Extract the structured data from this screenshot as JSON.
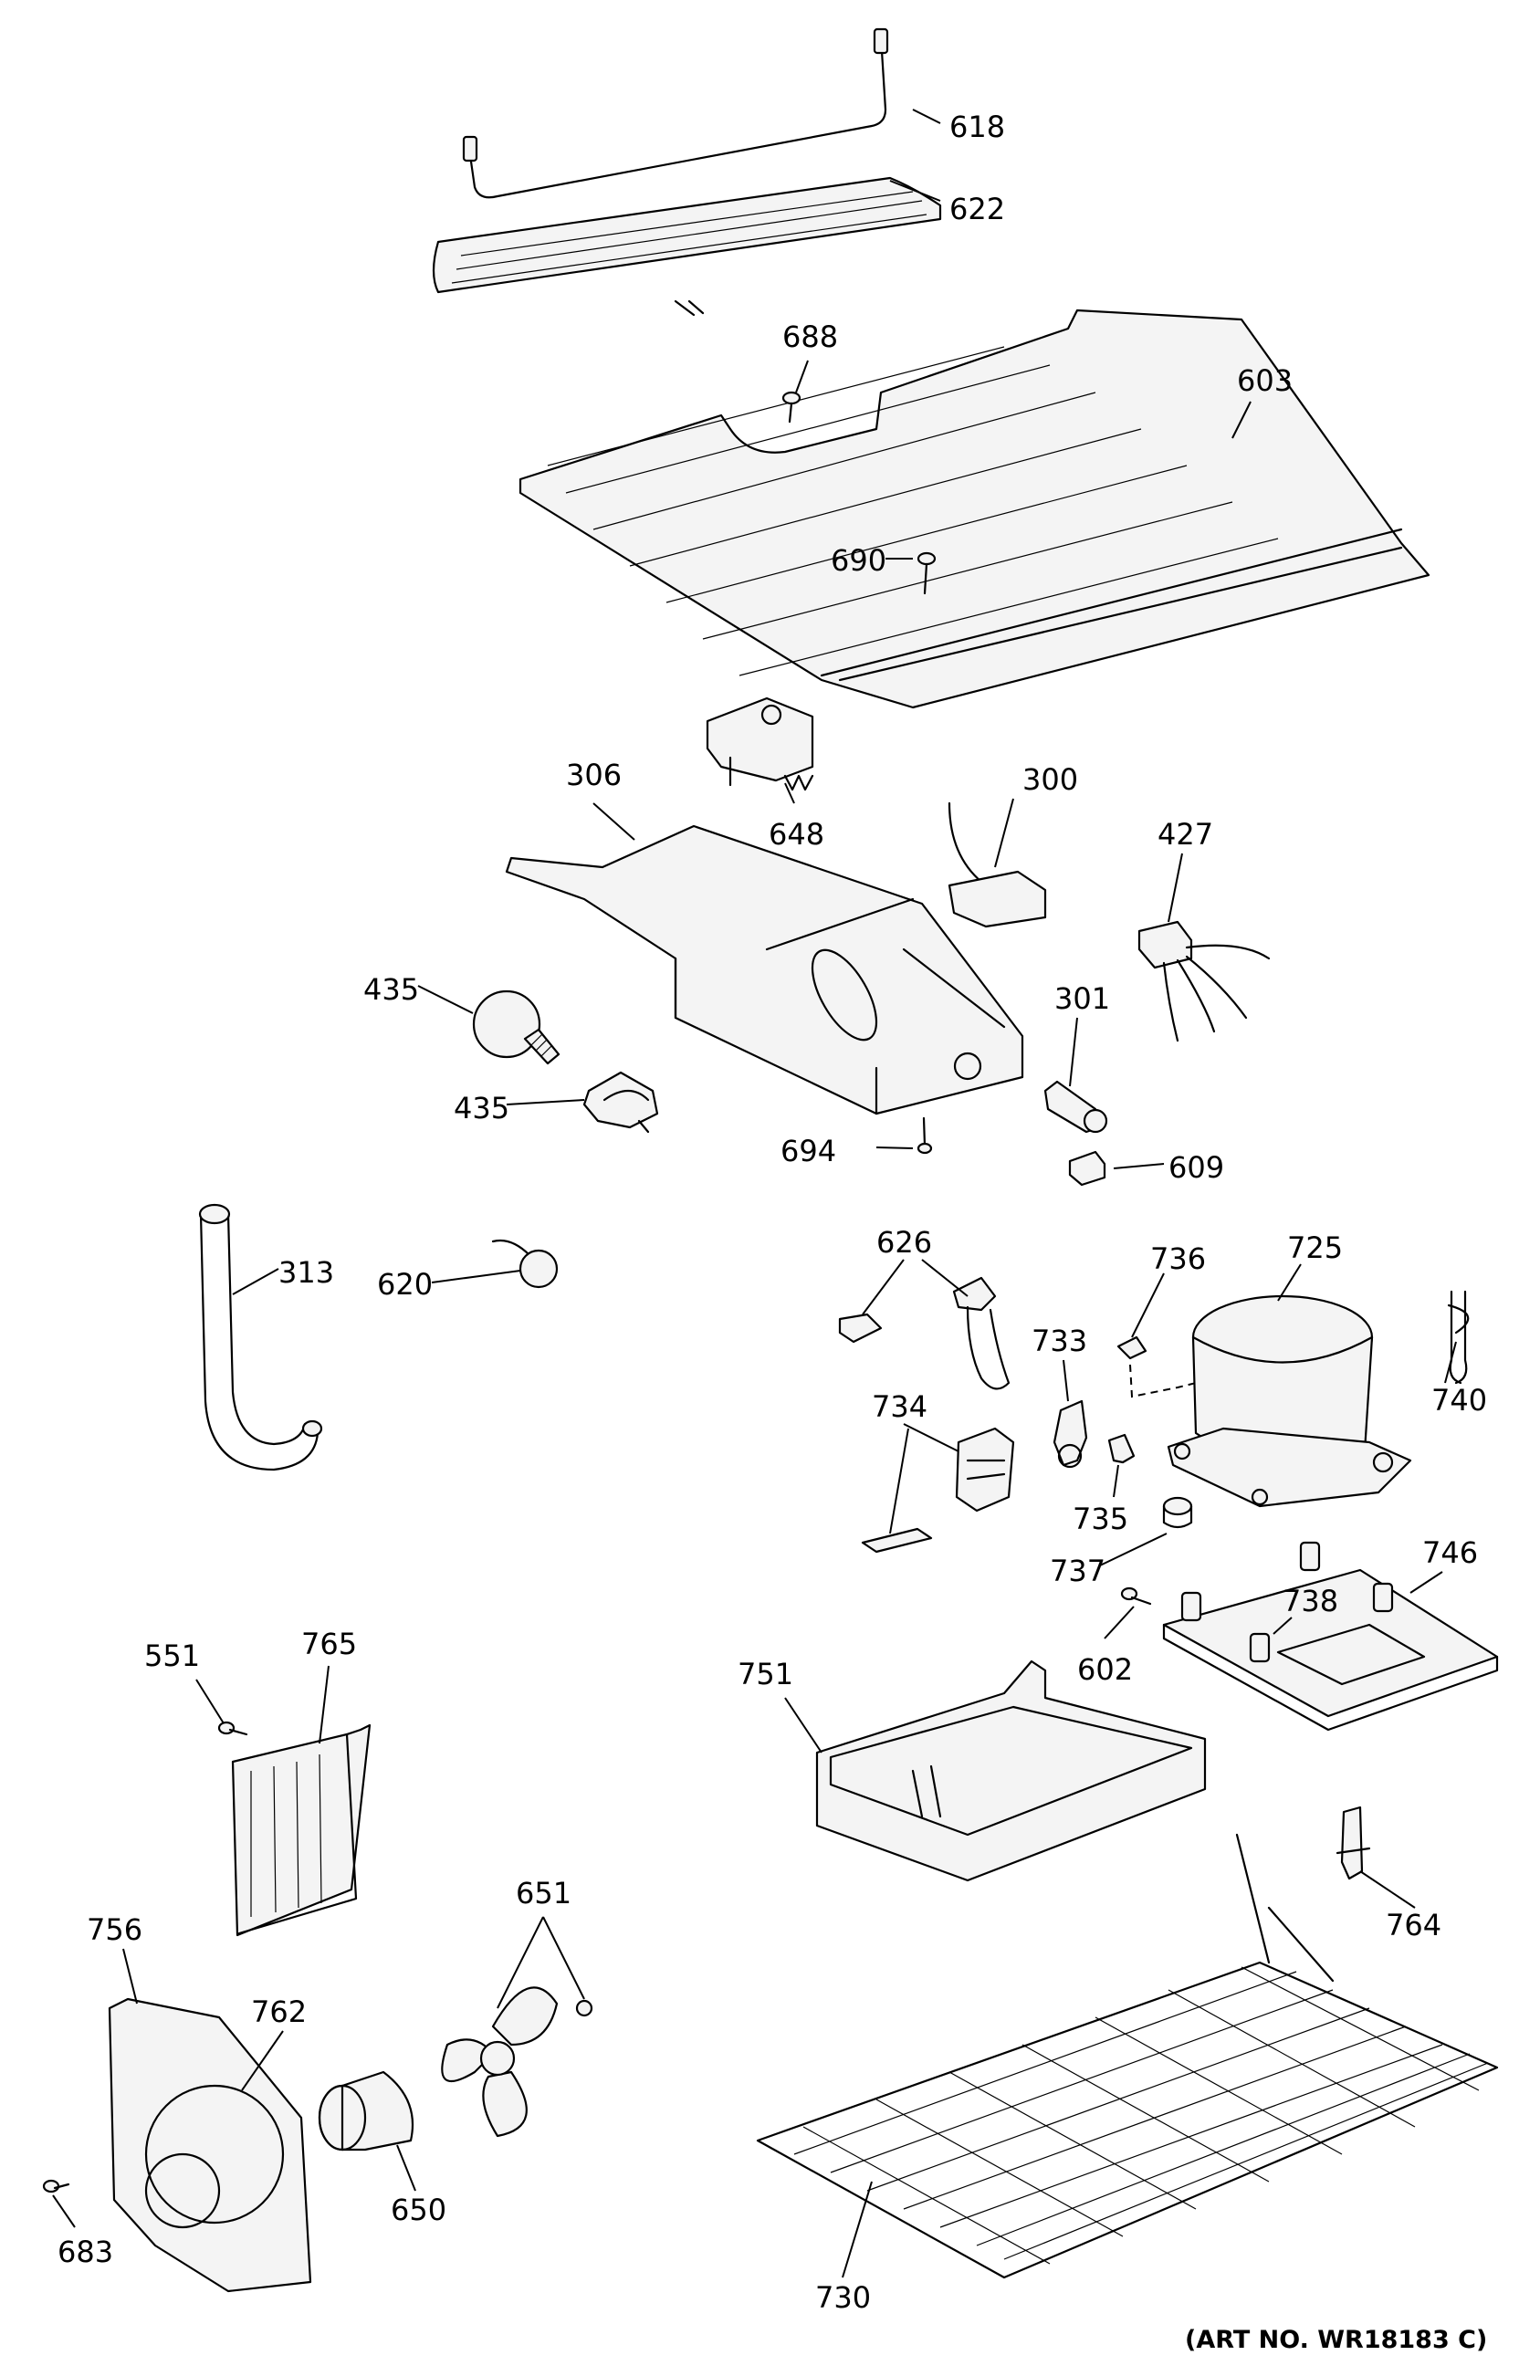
{
  "callouts": {
    "c618": "618",
    "c622": "622",
    "c688": "688",
    "c603": "603",
    "c690": "690",
    "c306": "306",
    "c648": "648",
    "c300": "300",
    "c427": "427",
    "c435a": "435",
    "c435b": "435",
    "c301": "301",
    "c694": "694",
    "c609": "609",
    "c313": "313",
    "c620": "620",
    "c626": "626",
    "c736": "736",
    "c725": "725",
    "c733": "733",
    "c740": "740",
    "c734": "734",
    "c735": "735",
    "c737": "737",
    "c746": "746",
    "c738": "738",
    "c551": "551",
    "c765": "765",
    "c751": "751",
    "c602": "602",
    "c764": "764",
    "c651": "651",
    "c756": "756",
    "c762": "762",
    "c650": "650",
    "c683": "683",
    "c730": "730"
  },
  "art_number": "(ART NO. WR18183 C)"
}
